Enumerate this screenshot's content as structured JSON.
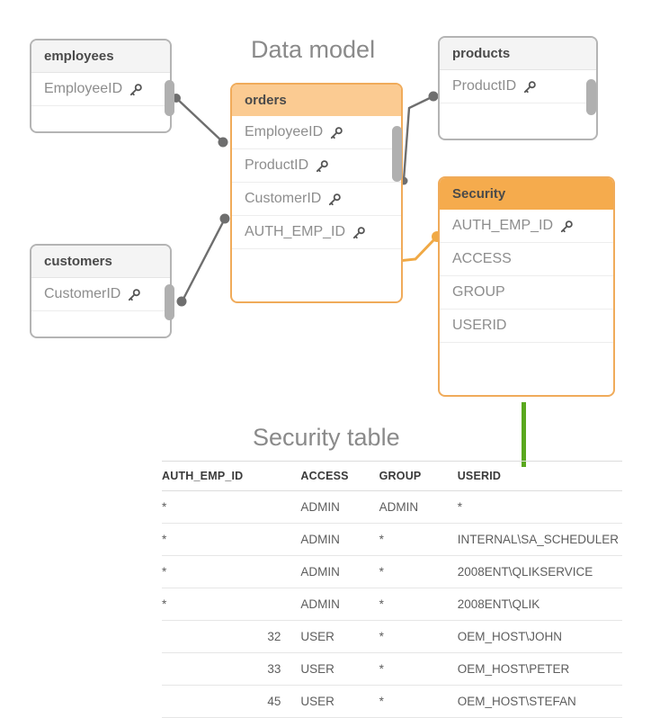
{
  "titles": {
    "data_model": "Data model",
    "security_table": "Security table"
  },
  "colors": {
    "orange_header_strong": "#f5ab4d",
    "orange_header_light": "#fbcb92",
    "orange_border": "#f0ab5a",
    "gray_border": "#b4b4b4",
    "green_link": "#5aa81e",
    "link_gray": "#6e6e6e"
  },
  "model": {
    "tables": [
      {
        "id": "employees",
        "name": "employees",
        "style": "gray",
        "fields": [
          {
            "label": "EmployeeID",
            "key": true,
            "icon": "key-icon"
          }
        ]
      },
      {
        "id": "orders",
        "name": "orders",
        "style": "orange-light",
        "fields": [
          {
            "label": "EmployeeID",
            "key": true,
            "icon": "key-icon"
          },
          {
            "label": "ProductID",
            "key": true,
            "icon": "key-icon"
          },
          {
            "label": "CustomerID",
            "key": true,
            "icon": "key-icon"
          },
          {
            "label": "AUTH_EMP_ID",
            "key": true,
            "icon": "key-icon"
          }
        ]
      },
      {
        "id": "products",
        "name": "products",
        "style": "gray",
        "fields": [
          {
            "label": "ProductID",
            "key": true,
            "icon": "key-icon"
          }
        ]
      },
      {
        "id": "customers",
        "name": "customers",
        "style": "gray",
        "fields": [
          {
            "label": "CustomerID",
            "key": true,
            "icon": "key-icon"
          }
        ]
      },
      {
        "id": "security",
        "name": "Security",
        "style": "orange-strong",
        "fields": [
          {
            "label": "AUTH_EMP_ID",
            "key": true,
            "icon": "key-icon"
          },
          {
            "label": "ACCESS",
            "key": false
          },
          {
            "label": "GROUP",
            "key": false
          },
          {
            "label": "USERID",
            "key": false
          }
        ]
      }
    ],
    "links": [
      {
        "from": "employees.EmployeeID",
        "to": "orders.EmployeeID",
        "color": "#6e6e6e"
      },
      {
        "from": "orders.ProductID",
        "to": "products.ProductID",
        "color": "#6e6e6e"
      },
      {
        "from": "customers.CustomerID",
        "to": "orders.CustomerID",
        "color": "#6e6e6e"
      },
      {
        "from": "orders.AUTH_EMP_ID",
        "to": "security.AUTH_EMP_ID",
        "color": "#f0a945"
      }
    ]
  },
  "security_table": {
    "columns": [
      "AUTH_EMP_ID",
      "ACCESS",
      "GROUP",
      "USERID"
    ],
    "rows": [
      {
        "AUTH_EMP_ID": "*",
        "ACCESS": "ADMIN",
        "GROUP": "ADMIN",
        "USERID": "*",
        "numeric": false
      },
      {
        "AUTH_EMP_ID": "*",
        "ACCESS": "ADMIN",
        "GROUP": "*",
        "USERID": "INTERNAL\\SA_SCHEDULER",
        "numeric": false
      },
      {
        "AUTH_EMP_ID": "*",
        "ACCESS": "ADMIN",
        "GROUP": "*",
        "USERID": "2008ENT\\QLIKSERVICE",
        "numeric": false
      },
      {
        "AUTH_EMP_ID": "*",
        "ACCESS": "ADMIN",
        "GROUP": "*",
        "USERID": "2008ENT\\QLIK",
        "numeric": false
      },
      {
        "AUTH_EMP_ID": "32",
        "ACCESS": "USER",
        "GROUP": "*",
        "USERID": "OEM_HOST\\JOHN",
        "numeric": true
      },
      {
        "AUTH_EMP_ID": "33",
        "ACCESS": "USER",
        "GROUP": "*",
        "USERID": "OEM_HOST\\PETER",
        "numeric": true
      },
      {
        "AUTH_EMP_ID": "45",
        "ACCESS": "USER",
        "GROUP": "*",
        "USERID": "OEM_HOST\\STEFAN",
        "numeric": true
      }
    ]
  }
}
